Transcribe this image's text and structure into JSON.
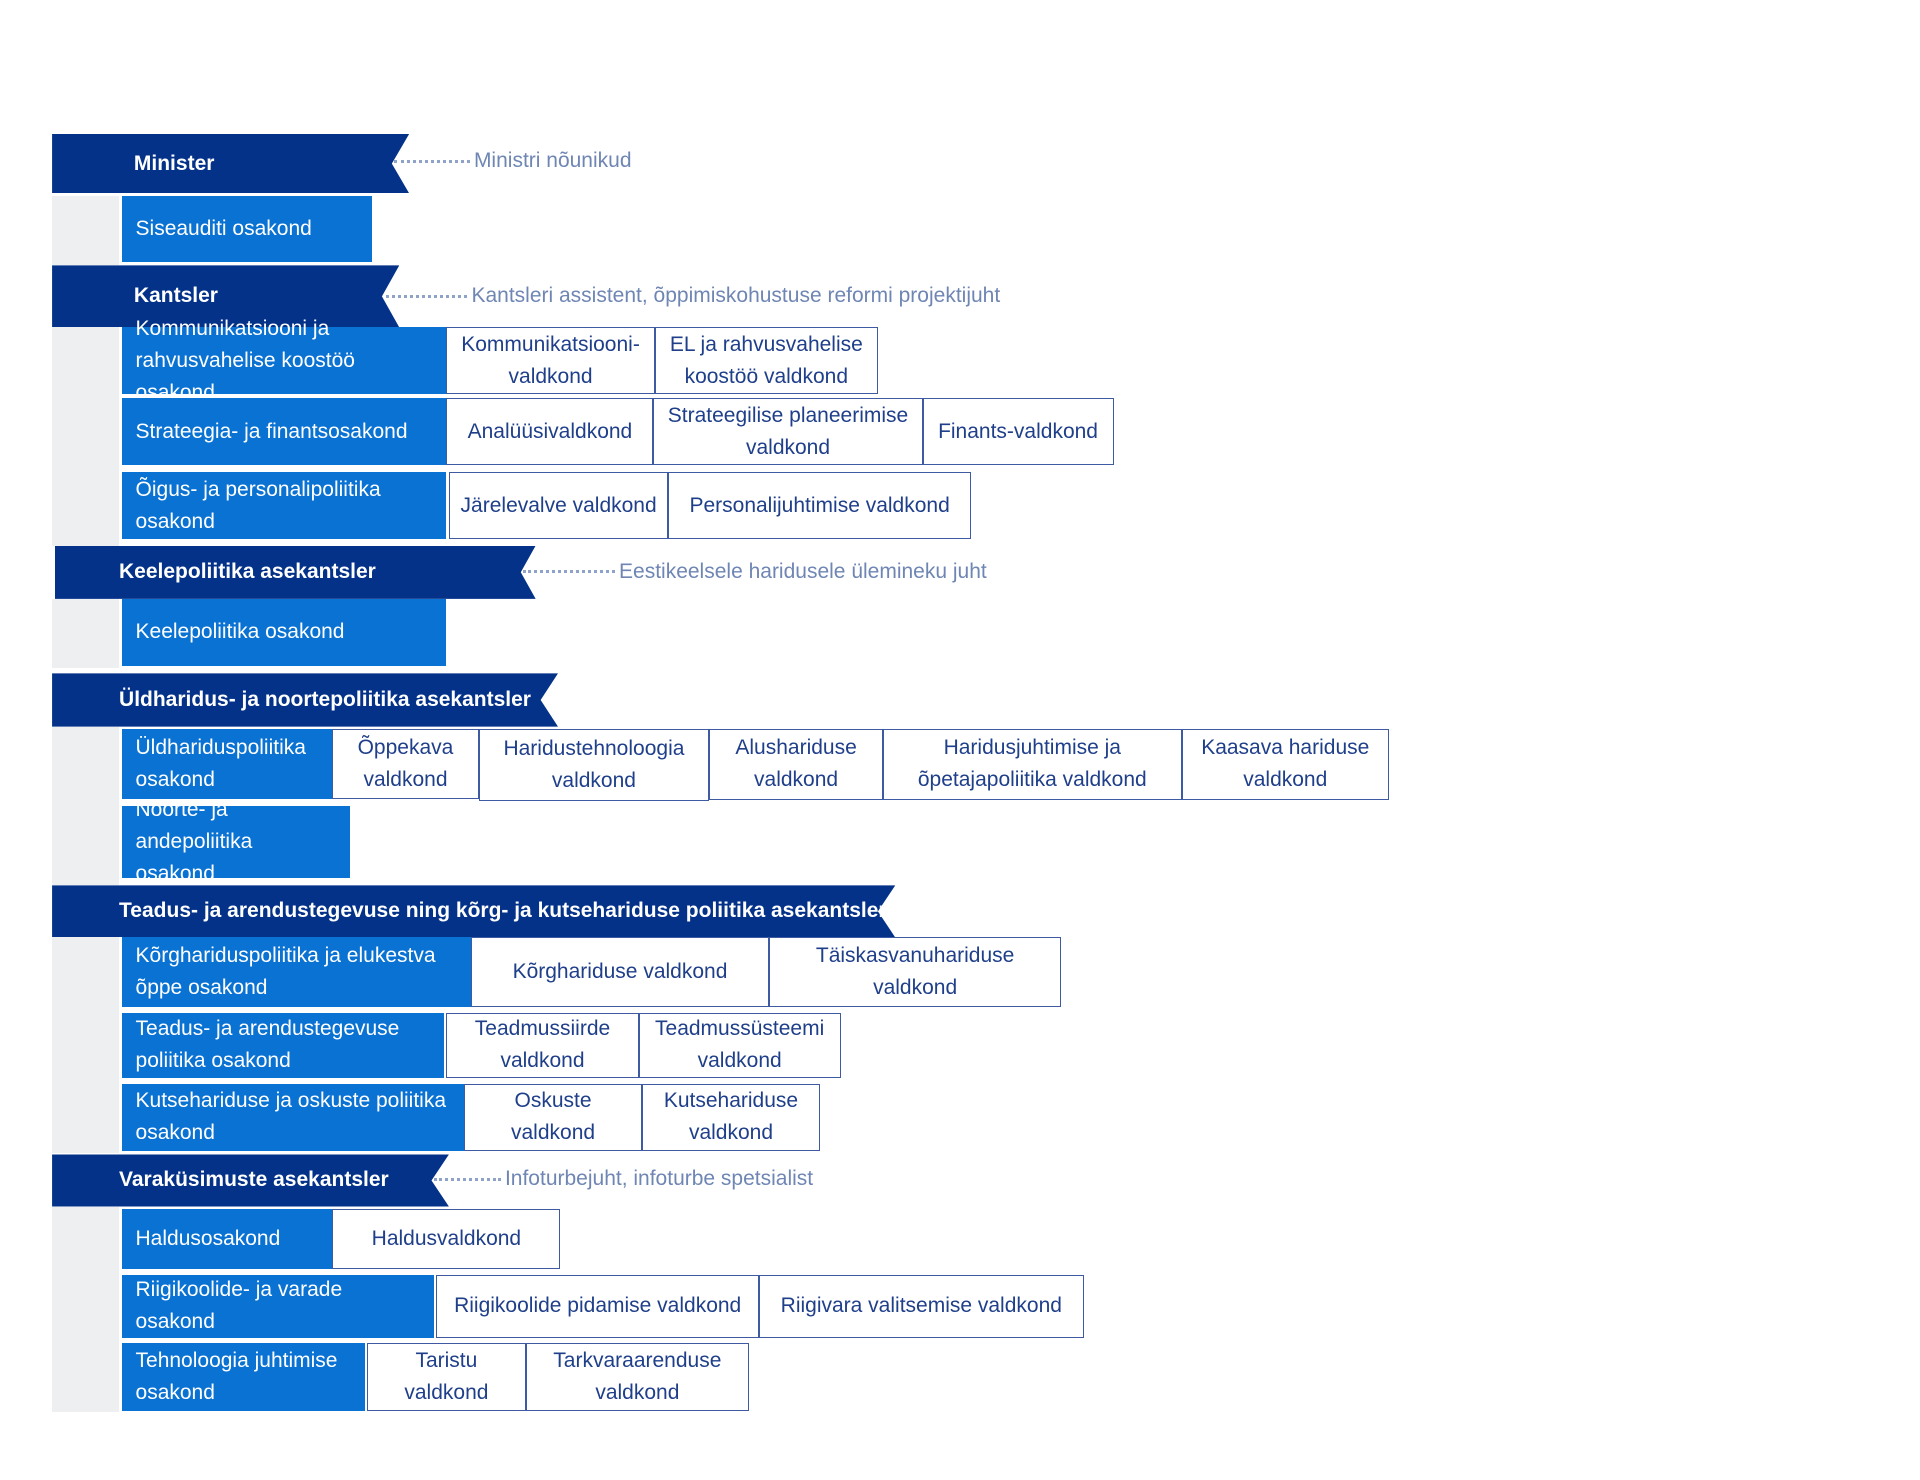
{
  "colors": {
    "banner": "#043289",
    "department": "#0a72d2",
    "unit_border": "#3d5aa3",
    "unit_text": "#1f3f8a",
    "note_text": "#6f86b4",
    "spine": "#eeeff1"
  },
  "sections": [
    {
      "title": "Minister",
      "note": "Ministri nõunikud",
      "departments": [
        {
          "name": "Siseauditi osakond",
          "units": []
        }
      ]
    },
    {
      "title": "Kantsler",
      "note": "Kantsleri assistent, õppimiskohustuse reformi projektijuht",
      "departments": [
        {
          "name": "Kommunikatsiooni ja rahvusvahelise koostöö osakond",
          "units": [
            "Kommunikatsiooni-valdkond",
            "EL ja rahvusvahelise koostöö valdkond"
          ]
        },
        {
          "name": "Strateegia- ja finantsosakond",
          "units": [
            "Analüüsivaldkond",
            "Strateegilise planeerimise valdkond",
            "Finants-valdkond"
          ]
        },
        {
          "name": "Õigus- ja personalipoliitika osakond",
          "units": [
            "Järelevalve valdkond",
            "Personalijuhtimise valdkond"
          ]
        }
      ]
    },
    {
      "title": "Keelepoliitika asekantsler",
      "note": "Eestikeelsele haridusele ülemineku juht",
      "departments": [
        {
          "name": "Keelepoliitika osakond",
          "units": []
        }
      ]
    },
    {
      "title": "Üldharidus- ja noortepoliitika asekantsler",
      "note": "",
      "departments": [
        {
          "name": "Üldharidus­poliitika osakond",
          "units": [
            "Õppekava valdkond",
            "Haridustehnoloogia valdkond",
            "Alushariduse valdkond",
            "Haridusjuhtimise ja õpetajapoliitika valdkond",
            "Kaasava hariduse valdkond"
          ]
        },
        {
          "name": "Noorte- ja andepoliitika osakond",
          "units": []
        }
      ]
    },
    {
      "title": "Teadus- ja arendustegevuse ning kõrg- ja kutsehariduse poliitika asekantsler",
      "note": "",
      "departments": [
        {
          "name": "Kõrghariduspoliitika ja elukestva õppe osakond",
          "units": [
            "Kõrghariduse valdkond",
            "Täiskasvanuhariduse valdkond"
          ]
        },
        {
          "name": "Teadus- ja arendustegevuse poliitika osakond",
          "units": [
            "Teadmussiirde valdkond",
            "Teadmussüsteemi valdkond"
          ]
        },
        {
          "name": "Kutsehariduse ja oskuste poliitika osakond",
          "units": [
            "Oskuste valdkond",
            "Kutsehariduse valdkond"
          ]
        }
      ]
    },
    {
      "title": "Varaküsimuste asekantsler",
      "note": "Infoturbejuht, infoturbe spetsialist",
      "departments": [
        {
          "name": "Haldusosakond",
          "units": [
            "Haldusvaldkond"
          ]
        },
        {
          "name": "Riigikoolide- ja varade osakond",
          "units": [
            "Riigikoolide pidamise valdkond",
            "Riigivara valitsemise valdkond"
          ]
        },
        {
          "name": "Tehnoloogia juhtimise osakond",
          "units": [
            "Taristu valdkond",
            "Tarkvaraarenduse valdkond"
          ]
        }
      ]
    }
  ]
}
